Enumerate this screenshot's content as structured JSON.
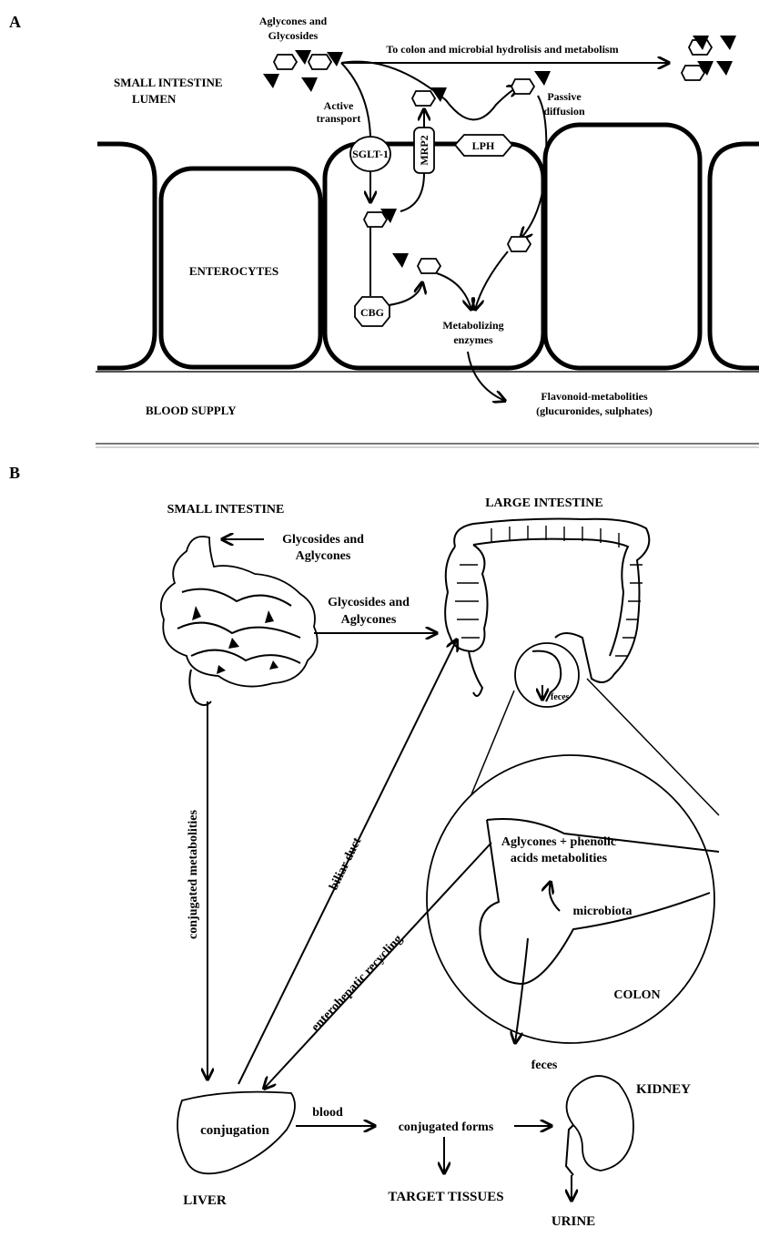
{
  "panels": {
    "a": {
      "letter": "A"
    },
    "b": {
      "letter": "B"
    }
  },
  "panel_a": {
    "lumen_line1": "SMALL INTESTINE",
    "lumen_line2": "LUMEN",
    "aglycones_line1": "Aglycones and",
    "aglycones_line2": "Glycosides",
    "to_colon": "To colon and microbial hydrolisis and metabolism",
    "active_line1": "Active",
    "active_line2": "transport",
    "passive_line1": "Passive",
    "passive_line2": "diffusion",
    "sglt": "SGLT-1",
    "mrp2": "MRP2",
    "lph": "LPH",
    "cbg": "CBG",
    "enterocytes": "ENTEROCYTES",
    "metab_line1": "Metabolizing",
    "metab_line2": "enzymes",
    "blood_supply": "BLOOD SUPPLY",
    "flav_line1": "Flavonoid-metabolities",
    "flav_line2": "(glucuronides, sulphates)"
  },
  "panel_b": {
    "small_intestine": "SMALL INTESTINE",
    "large_intestine": "LARGE INTESTINE",
    "gly_in_line1": "Glycosides and",
    "gly_in_line2": "Aglycones",
    "gly_to_line1": "Glycosides and",
    "gly_to_line2": "Aglycones",
    "feces_small": "feces",
    "conjugated_metabolities": "conjugated metabolities",
    "biliar_duct": "biliar duct",
    "enterohepatic": "enterohepatic recycling",
    "colon_text_line1": "Aglycones + phenolic",
    "colon_text_line2": "acids metabolities",
    "microbiota": "microbiota",
    "colon": "COLON",
    "feces": "feces",
    "conjugation": "conjugation",
    "liver": "LIVER",
    "blood": "blood",
    "conjugated_forms": "conjugated forms",
    "target_tissues": "TARGET TISSUES",
    "kidney": "KIDNEY",
    "urine": "URINE"
  }
}
